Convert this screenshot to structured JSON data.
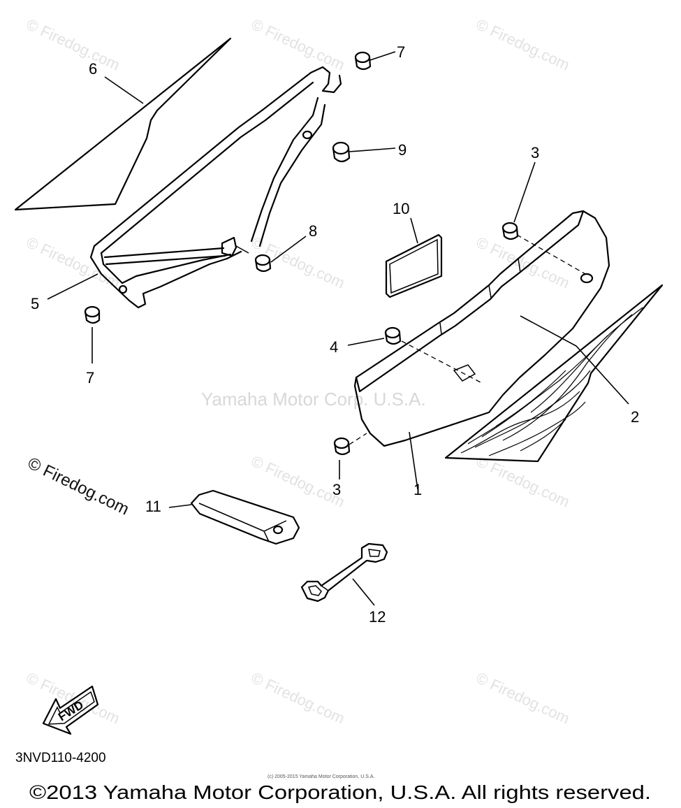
{
  "watermarks": {
    "firedog": "© Firedog.com",
    "center": "Yamaha Motor Corp. U.S.A."
  },
  "callouts": {
    "c1": "1",
    "c2": "2",
    "c3a": "3",
    "c3b": "3",
    "c4": "4",
    "c5": "5",
    "c6": "6",
    "c7a": "7",
    "c7b": "7",
    "c8": "8",
    "c9": "9",
    "c10": "10",
    "c11": "11",
    "c12": "12"
  },
  "fwd_label": "FWD",
  "diagram_code": "3NVD110-4200",
  "small_copyright": "(c) 2005-2015 Yamaha Motor Corporation, U.S.A.",
  "copyright": "©2013 Yamaha Motor Corporation, U.S.A. All rights reserved."
}
